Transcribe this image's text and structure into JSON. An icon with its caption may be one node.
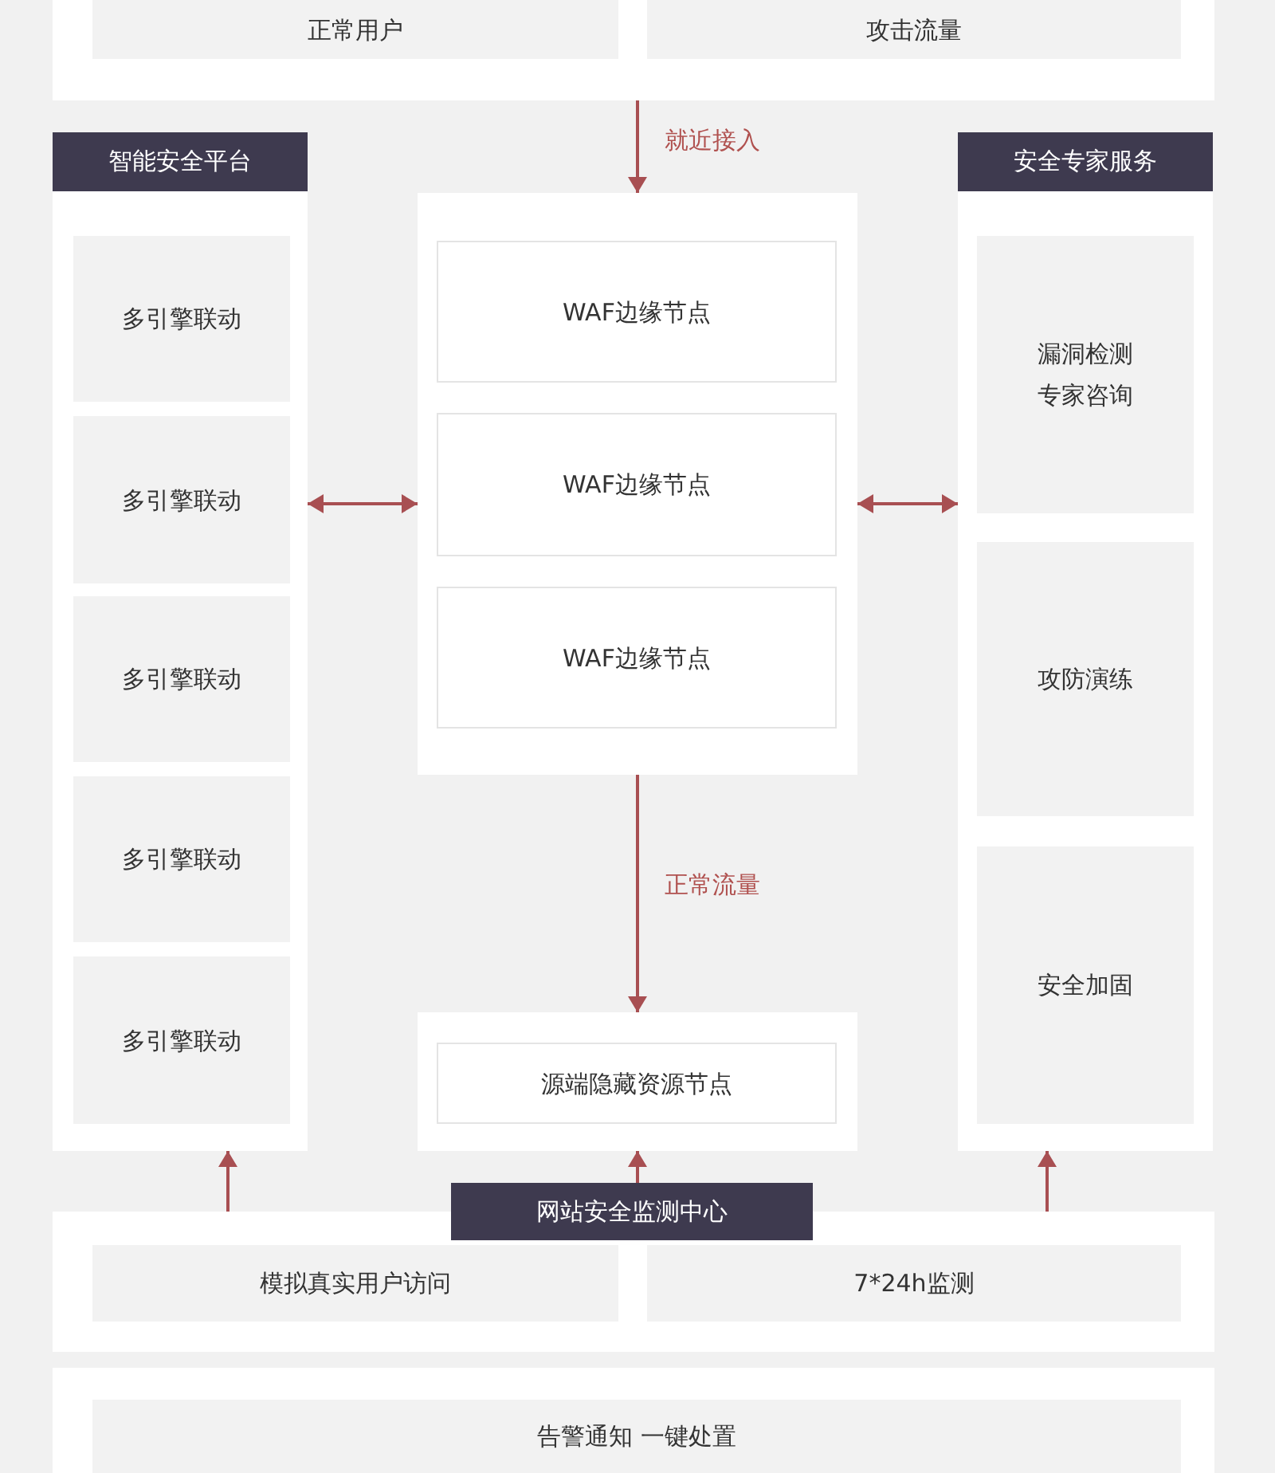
{
  "diagram": {
    "nodes": [
      {
        "text": [],
        "shape": "box"
      },
      {
        "text": [
          "正常用户"
        ],
        "in": 0
      },
      {
        "text": [
          "攻击流量"
        ],
        "in": 0
      },
      {
        "text": [
          "智能安全平台"
        ]
      },
      {
        "text": [
          "多引擎联动"
        ],
        "in": 3
      },
      {
        "text": [
          "多引擎联动"
        ],
        "in": 3
      },
      {
        "text": [
          "多引擎联动"
        ],
        "in": 3
      },
      {
        "text": [
          "多引擎联动"
        ],
        "in": 3
      },
      {
        "text": [
          "多引擎联动"
        ],
        "in": 3
      },
      {
        "text": [],
        "shape": "box"
      },
      {
        "text": [
          "WAF边缘节点"
        ],
        "in": 9
      },
      {
        "text": [
          "WAF边缘节点"
        ],
        "in": 9
      },
      {
        "text": [
          "WAF边缘节点"
        ],
        "in": 9
      },
      {
        "text": [
          "安全专家服务"
        ]
      },
      {
        "text": [
          "漏洞检测",
          "专家咨询"
        ],
        "in": 13
      },
      {
        "text": [
          "攻防演练"
        ],
        "in": 13
      },
      {
        "text": [
          "安全加固"
        ],
        "in": 13
      },
      {
        "text": [],
        "shape": "box"
      },
      {
        "text": [
          "源端隐藏资源节点"
        ],
        "in": 17
      },
      {
        "text": [
          "网站安全监测中心"
        ]
      },
      {
        "text": [
          "模拟真实用户访问"
        ],
        "in": 19
      },
      {
        "text": [
          "7*24h监测"
        ],
        "in": 19
      },
      {
        "text": [],
        "shape": "box"
      },
      {
        "text": [
          "告警通知 一键处置"
        ],
        "in": 22
      }
    ],
    "edges": [
      {
        "from": 0,
        "to": 9,
        "arrow": "to",
        "label": "就近接入"
      },
      {
        "from": 3,
        "to": 9,
        "arrow": "both"
      },
      {
        "from": 9,
        "to": 13,
        "arrow": "both"
      },
      {
        "from": 9,
        "to": 17,
        "arrow": "to",
        "label": "正常流量"
      },
      {
        "from": 19,
        "to": 3,
        "arrow": "to"
      },
      {
        "from": 19,
        "to": 17,
        "arrow": "to"
      },
      {
        "from": 19,
        "to": 13,
        "arrow": "to"
      }
    ]
  }
}
